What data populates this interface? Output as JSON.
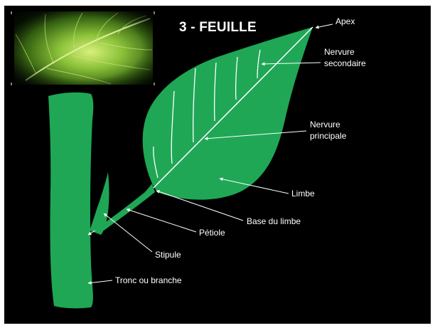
{
  "slide": {
    "title": "3 - FEUILLE",
    "photo_alt": "Leaf close-up photo",
    "colors": {
      "background": "#000000",
      "leaf": "#1fa756",
      "vein": "#ffffff"
    }
  },
  "labels": {
    "apex": "Apex",
    "nervure_secondaire_line1": "Nervure",
    "nervure_secondaire_line2": "secondaire",
    "nervure_principale_line1": "Nervure",
    "nervure_principale_line2": "principale",
    "limbe": "Limbe",
    "base_du_limbe": "Base du limbe",
    "petiole": "Pétiole",
    "stipule": "Stipule",
    "tronc": "Tronc ou branche"
  }
}
